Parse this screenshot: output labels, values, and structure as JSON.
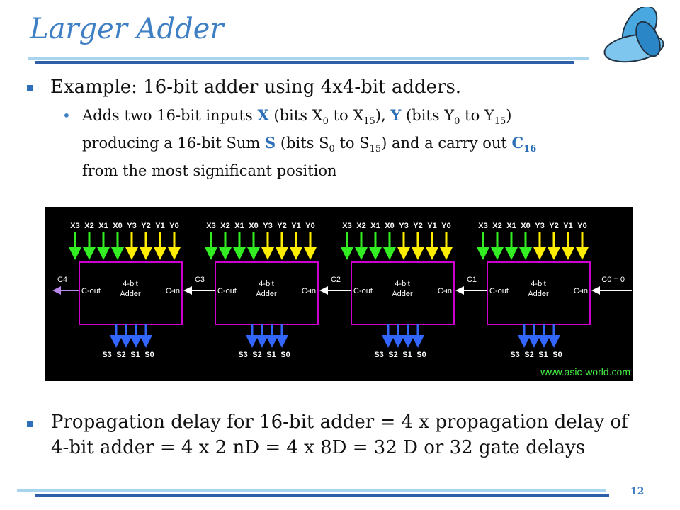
{
  "slide": {
    "title": "Larger Adder",
    "bullet1": "Example: 16-bit adder using 4x4-bit adders.",
    "sub_line1": [
      "Adds two 16-bit inputs ",
      "X",
      " (bits X",
      "0",
      " to X",
      "15",
      "), ",
      "Y",
      " (bits Y",
      "0",
      " to Y",
      "15",
      ")"
    ],
    "sub_line2": [
      "producing a 16-bit Sum ",
      "S",
      " (bits S",
      "0",
      " to S",
      "15",
      ") and a carry out ",
      "C",
      "16"
    ],
    "sub_line3": "from the most significant position",
    "bullet2_line1": "Propagation delay for 16-bit adder = 4 x propagation delay of",
    "bullet2_line2": "4-bit adder = 4 x 2 nD = 4 x 8D = 32 D or 32 gate delays",
    "page_number": "12"
  },
  "diagram": {
    "watermark": "www.asic-world.com",
    "input_labels": [
      "X3",
      "X2",
      "X1",
      "X0",
      "Y3",
      "Y2",
      "Y1",
      "Y0"
    ],
    "output_labels": [
      "S3",
      "S2",
      "S1",
      "S0"
    ],
    "block_label_1": "4-bit",
    "block_label_2": "Adder",
    "cout_label": "C-out",
    "cin_label": "C-in",
    "carry_labels": [
      "C4",
      "C3",
      "C2",
      "C1",
      "C0 = 0"
    ],
    "colors": {
      "x_arrows": "#33ee22",
      "y_arrows": "#ffee00",
      "s_arrows": "#3366ff",
      "blocks": "#cc00cc",
      "carry_out": "#bb88ee",
      "text": "#ffffff",
      "watermark": "#44ee44"
    }
  }
}
